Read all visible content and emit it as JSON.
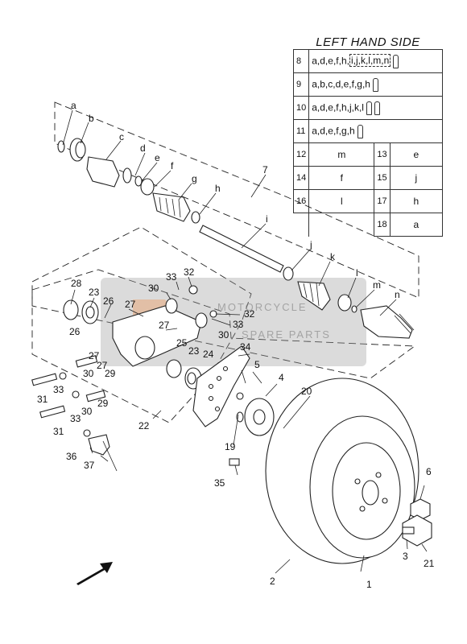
{
  "table": {
    "title": "LEFT HAND SIDE",
    "wide_rows": [
      {
        "num": "8",
        "text_plain": "a,d,e,f,h",
        "text_boxed": "i,j,k,l,m,n",
        "tubes": 1
      },
      {
        "num": "9",
        "text_plain": "a,b,c,d,e,f,g,h",
        "text_boxed": "",
        "tubes": 1
      },
      {
        "num": "10",
        "text_plain": "a,d,e,f,h,j,k,l",
        "text_boxed": "",
        "tubes": 2
      },
      {
        "num": "11",
        "text_plain": "a,d,e,f,g,h",
        "text_boxed": "",
        "tubes": 1
      }
    ],
    "pair_rows": [
      {
        "num_l": "12",
        "val_l": "m",
        "num_r": "13",
        "val_r": "e"
      },
      {
        "num_l": "14",
        "val_l": "f",
        "num_r": "15",
        "val_r": "j"
      },
      {
        "num_l": "16",
        "val_l": "l",
        "num_r": "17",
        "val_r": "h"
      },
      {
        "num_l": "",
        "val_l": "",
        "num_r": "18",
        "val_r": "a"
      }
    ]
  },
  "watermark": {
    "text_line1": "MOTORCYCLE",
    "text_line2": "SPARE PARTS"
  },
  "letters": {
    "a": "a",
    "b": "b",
    "c": "c",
    "d": "d",
    "e": "e",
    "f": "f",
    "g": "g",
    "h": "h",
    "i": "i",
    "j": "j",
    "k": "k",
    "l": "l",
    "m": "m",
    "n": "n"
  },
  "numbers": {
    "n1": "1",
    "n2": "2",
    "n3": "3",
    "n4": "4",
    "n5": "5",
    "n6": "6",
    "n7": "7",
    "n19": "19",
    "n20": "20",
    "n21": "21",
    "n22": "22",
    "n23a": "23",
    "n23b": "23",
    "n24": "24",
    "n25": "25",
    "n26a": "26",
    "n26b": "26",
    "n27a": "27",
    "n27b": "27",
    "n27c": "27",
    "n27d": "27",
    "n28": "28",
    "n29a": "29",
    "n29b": "29",
    "n30a": "30",
    "n30b": "30",
    "n30c": "30",
    "n30d": "30",
    "n31a": "31",
    "n31b": "31",
    "n32a": "32",
    "n32b": "32",
    "n33a": "33",
    "n33b": "33",
    "n33c": "33",
    "n33d": "33",
    "n34": "34",
    "n35": "35",
    "n36": "36",
    "n37": "37"
  }
}
